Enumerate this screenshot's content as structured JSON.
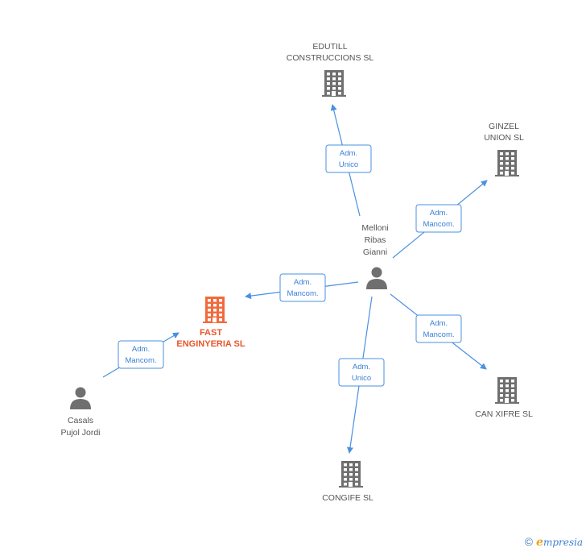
{
  "colors": {
    "edge": "#4a90e2",
    "company": "#6f6f6f",
    "main_company": "#f26a3c",
    "person": "#6f6f6f"
  },
  "nodes": [
    {
      "id": "edutill",
      "type": "company",
      "icon": "building-icon",
      "label": [
        "EDUTILL",
        "CONSTRUCCIONS SL"
      ]
    },
    {
      "id": "ginzel",
      "type": "company",
      "icon": "building-icon",
      "label": [
        "GINZEL",
        "UNION SL"
      ]
    },
    {
      "id": "fast",
      "type": "company",
      "icon": "building-icon",
      "main": true,
      "label": [
        "FAST",
        "ENGINYERIA SL"
      ]
    },
    {
      "id": "canxifre",
      "type": "company",
      "icon": "building-icon",
      "label": [
        "CAN XIFRE  SL"
      ]
    },
    {
      "id": "congife",
      "type": "company",
      "icon": "building-icon",
      "label": [
        "CONGIFE SL"
      ]
    },
    {
      "id": "melloni",
      "type": "person",
      "icon": "person-icon",
      "label": [
        "Melloni",
        "Ribas",
        "Gianni"
      ]
    },
    {
      "id": "casals",
      "type": "person",
      "icon": "person-icon",
      "label": [
        "Casals",
        "Pujol Jordi"
      ]
    }
  ],
  "edges": [
    {
      "from": "melloni",
      "to": "edutill",
      "label": [
        "Adm.",
        "Unico"
      ]
    },
    {
      "from": "melloni",
      "to": "ginzel",
      "label": [
        "Adm.",
        "Mancom."
      ]
    },
    {
      "from": "melloni",
      "to": "fast",
      "label": [
        "Adm.",
        "Mancom."
      ]
    },
    {
      "from": "melloni",
      "to": "canxifre",
      "label": [
        "Adm.",
        "Mancom."
      ]
    },
    {
      "from": "melloni",
      "to": "congife",
      "label": [
        "Adm.",
        "Unico"
      ]
    },
    {
      "from": "casals",
      "to": "fast",
      "label": [
        "Adm.",
        "Mancom."
      ]
    }
  ],
  "footer": {
    "copyright": "©",
    "brand_initial": "e",
    "brand_rest": "mpresia"
  }
}
